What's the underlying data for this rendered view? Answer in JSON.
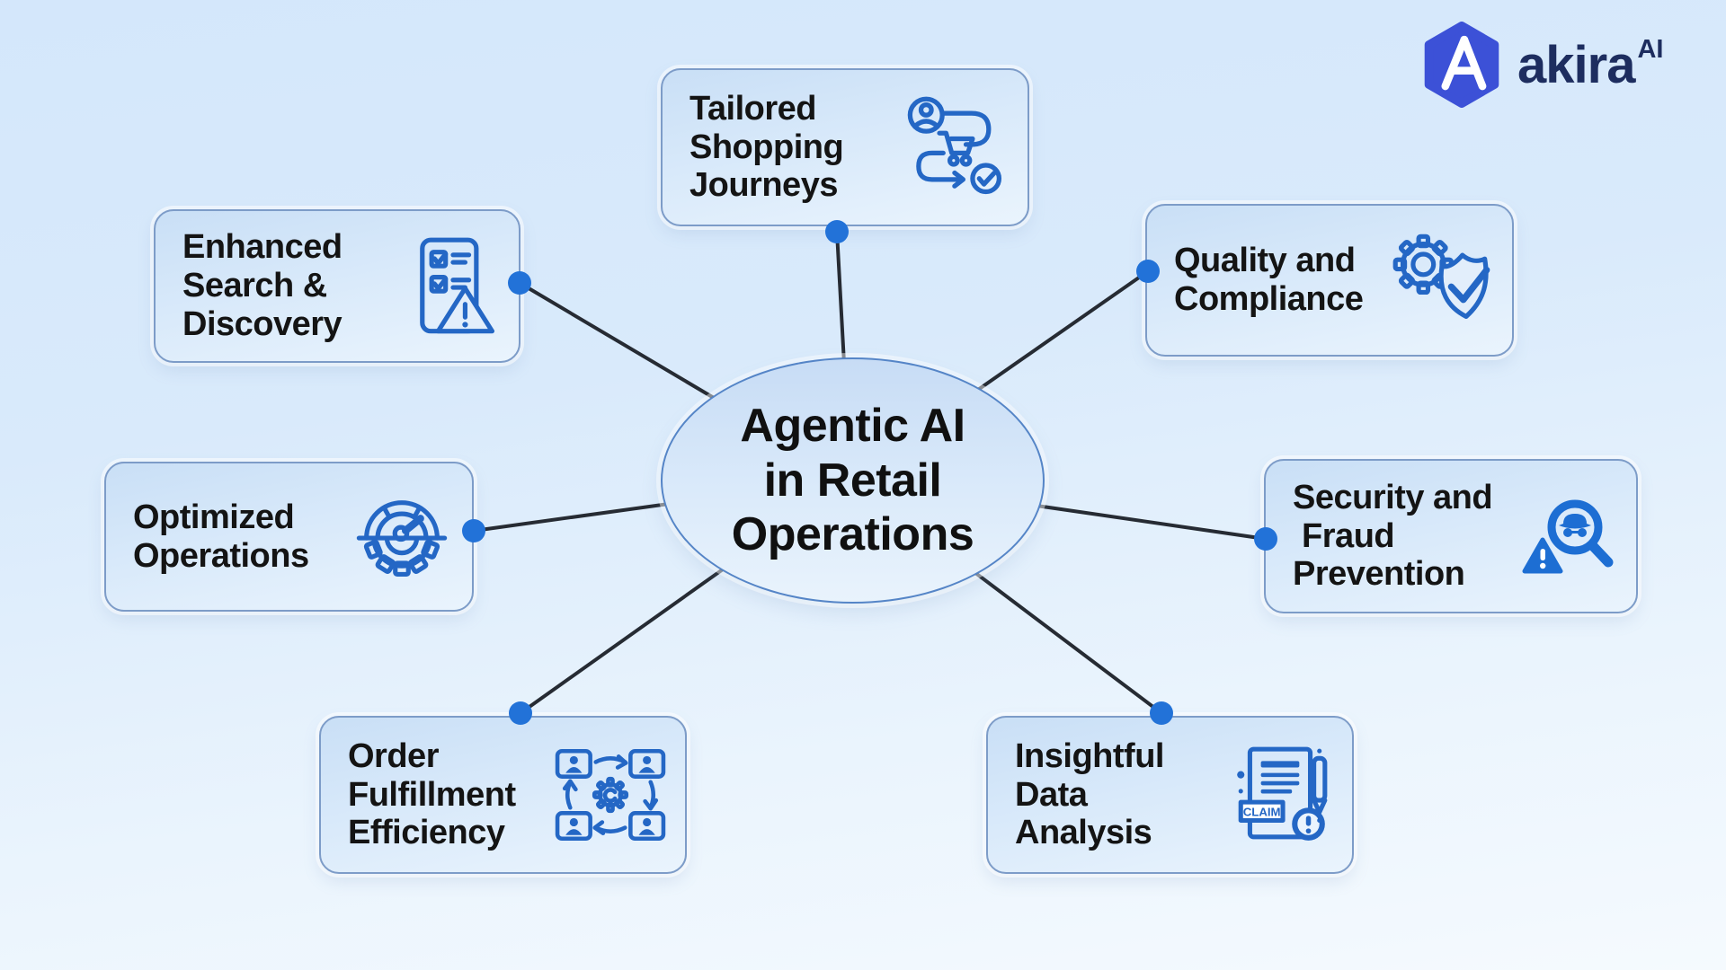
{
  "logo": {
    "brand": "akira",
    "superscript": "AI"
  },
  "center": {
    "label": "Agentic AI\nin Retail\nOperations"
  },
  "nodes": [
    {
      "label": "Tailored\nShopping\nJourneys",
      "icon": "shopping-journey-icon"
    },
    {
      "label": "Enhanced\nSearch &\nDiscovery",
      "icon": "checklist-alert-icon"
    },
    {
      "label": "Quality and\nCompliance",
      "icon": "gear-shield-check-icon"
    },
    {
      "label": "Optimized\nOperations",
      "icon": "gauge-gear-icon"
    },
    {
      "label": "Security and\n Fraud\nPrevention",
      "icon": "fraud-magnifier-icon"
    },
    {
      "label": "Order\nFulfillment\nEfficiency",
      "icon": "workflow-users-gear-icon"
    },
    {
      "label": "Insightful\nData\nAnalysis",
      "icon": "claim-document-icon",
      "icon_text": "CLAIM"
    }
  ],
  "colors": {
    "background_top": "#d4e7fb",
    "background_bottom": "#f5fafe",
    "box_border": "#7d9cc8",
    "box_fill_top": "#c9dff6",
    "box_fill_bottom": "#eaf4fd",
    "ellipse_border": "#5585c7",
    "connector_line": "#262b33",
    "connector_dot": "#2272d8",
    "icon_stroke": "#2467c5",
    "icon_solid": "#1d6ed3",
    "text_dark": "#141414",
    "brand_navy": "#1d2d5f",
    "logo_hex_blue": "#3c51d7"
  }
}
